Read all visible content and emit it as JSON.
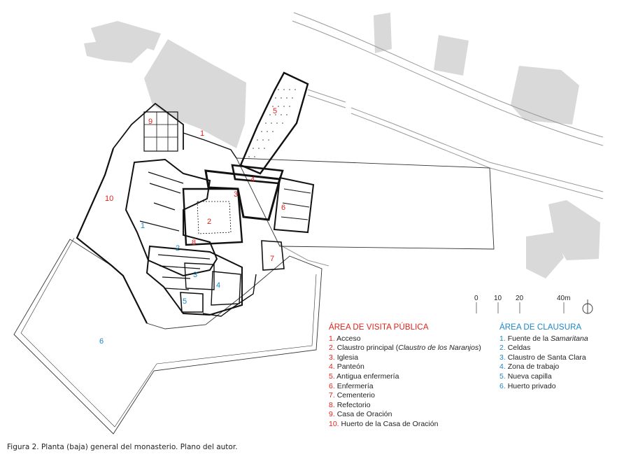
{
  "plan_labels": {
    "public": [
      "1",
      "2",
      "3",
      "4",
      "5",
      "6",
      "7",
      "8",
      "9",
      "10"
    ],
    "clausura": [
      "1",
      "2",
      "3",
      "4",
      "5",
      "6"
    ]
  },
  "scale": {
    "ticks": [
      "0",
      "10",
      "20",
      "40m"
    ]
  },
  "legend_public": {
    "title": "ÁREA DE VISITA PÚBLICA",
    "items": [
      {
        "num": "1.",
        "text": "Acceso"
      },
      {
        "num": "2.",
        "text_before": "Claustro principal (",
        "text_italic": "Claustro de los Naranjos",
        "text_after": ")"
      },
      {
        "num": "3.",
        "text": "Iglesia"
      },
      {
        "num": "4.",
        "text": "Panteón"
      },
      {
        "num": "5.",
        "text": "Antigua enfermería"
      },
      {
        "num": "6.",
        "text": "Enfermería"
      },
      {
        "num": "7.",
        "text": "Cementerio"
      },
      {
        "num": "8.",
        "text": "Refectorio"
      },
      {
        "num": "9.",
        "text": "Casa de Oración"
      },
      {
        "num": "10.",
        "text": "Huerto de la Casa de Oración"
      }
    ]
  },
  "legend_clausura": {
    "title": "ÁREA DE CLAUSURA",
    "items": [
      {
        "num": "1.",
        "text_before": "Fuente de la ",
        "text_italic": "Samaritana"
      },
      {
        "num": "2.",
        "text": "Celdas"
      },
      {
        "num": "3.",
        "text": "Claustro de Santa Clara"
      },
      {
        "num": "4.",
        "text": "Zona de trabajo"
      },
      {
        "num": "5.",
        "text": "Nueva capilla"
      },
      {
        "num": "6.",
        "text": "Huerto privado"
      }
    ]
  },
  "caption": "Figura 2. Planta (baja) general del monasterio. Plano del autor.",
  "colors": {
    "public": "#e0201b",
    "clausura": "#1a86c8",
    "neighbor_buildings": "#d9d9d9",
    "walls": "#111111"
  }
}
